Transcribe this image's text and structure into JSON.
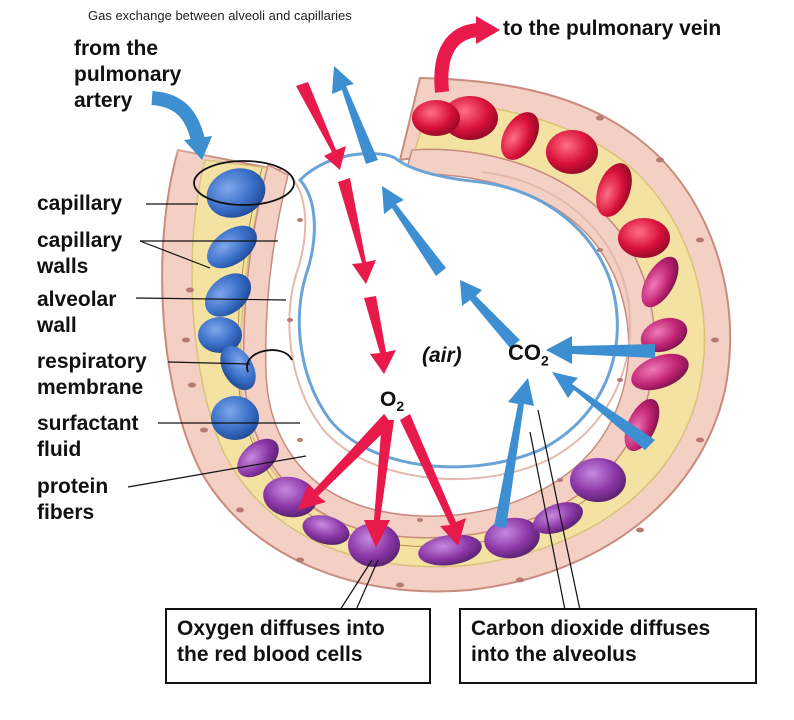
{
  "caption": "Gas exchange between alveoli and capillaries",
  "labels": {
    "from_artery": [
      "from the",
      "pulmonary",
      "artery"
    ],
    "to_vein": "to the pulmonary vein",
    "capillary": "capillary",
    "capillary_walls": [
      "capillary",
      "walls"
    ],
    "alveolar_wall": [
      "alveolar",
      "wall"
    ],
    "respiratory_membrane": [
      "respiratory",
      "membrane"
    ],
    "surfactant_fluid": [
      "surfactant",
      "fluid"
    ],
    "protein_fibers": [
      "protein",
      "fibers"
    ],
    "air": "(air)",
    "co2_main": "CO",
    "co2_sub": "2",
    "o2_main": "O",
    "o2_sub": "2"
  },
  "callouts": {
    "oxygen": [
      "Oxygen diffuses into",
      "the red blood cells"
    ],
    "carbon_dioxide": [
      "Carbon dioxide diffuses",
      "into the alveolus"
    ]
  },
  "colors": {
    "oxygen_arrow": "#e8194b",
    "co2_arrow": "#3d8fd1",
    "oxygenated_cell": "#d8103a",
    "deoxygenated_cell": "#3a6fc8",
    "mixed_cell": "#8a36a6",
    "tissue": "#f3cfc4",
    "fluid": "#f3e2a2",
    "membrane_line": "#6aa3d6"
  }
}
